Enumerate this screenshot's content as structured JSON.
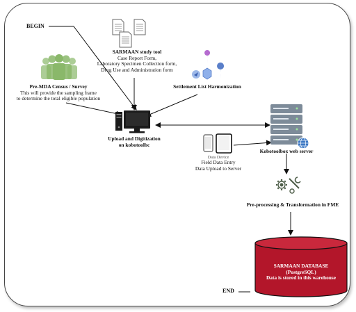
{
  "begin": "BEGIN",
  "end": "END",
  "census": {
    "title": "Pre-MDA Census / Survey",
    "line1": "This will provide the sampling frame",
    "line2": "to determine the total eligible population"
  },
  "study_tool": {
    "title": "SARMAAN study tool",
    "line1": "Case Report Form,",
    "line2": "Laboratory Specimen Collection form,",
    "line3": "Drug Use and Administration form"
  },
  "settlement": {
    "title": "Settlement List Harmonization"
  },
  "upload": {
    "line1": "Upload and Digitization",
    "line2": "on kobotoolbc"
  },
  "server": {
    "title": "Kobotoolbox web server"
  },
  "field": {
    "device_caption": "Data Device",
    "line1": "Field Data Entry",
    "line2": "Data Upload to Server"
  },
  "fme": {
    "title": "Pre-processing & Transformation in FME"
  },
  "database": {
    "title": "SARMAAN DATABASE",
    "subtitle": "(PostgreSQL)",
    "note": "Data is stored in this warehouse"
  },
  "colors": {
    "people": "#8ab86a",
    "server": "#7d8b99",
    "db_fill": "#b3162a",
    "db_top": "#c9283c",
    "map_pin": "#5a7fc9"
  }
}
